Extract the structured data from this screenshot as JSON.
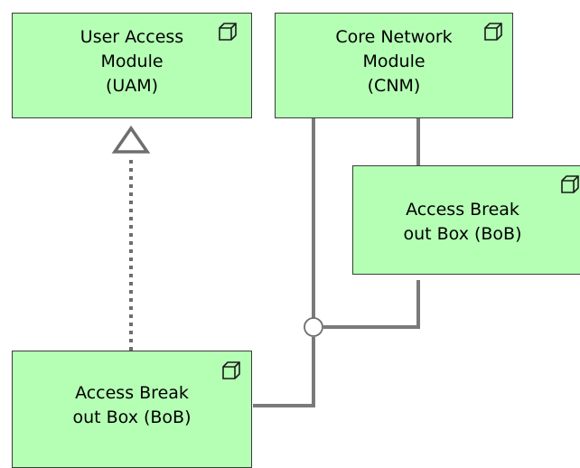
{
  "diagram": {
    "nodes": {
      "uam": {
        "lines": [
          "User Access",
          "Module",
          "(UAM)"
        ],
        "icon": "component-box-icon"
      },
      "cnm": {
        "lines": [
          "Core Network",
          "Module",
          "(CNM)"
        ],
        "icon": "component-box-icon"
      },
      "bob_right": {
        "lines": [
          "Access Break",
          "out Box (BoB)"
        ],
        "icon": "component-box-icon"
      },
      "bob_left": {
        "lines": [
          "Access Break",
          "out Box (BoB)"
        ],
        "icon": "component-box-icon"
      }
    },
    "connections": [
      {
        "from": "bob_left",
        "to": "uam",
        "type": "realization"
      },
      {
        "from": "cnm",
        "to": "bob_right",
        "type": "assignment"
      },
      {
        "from": "cnm",
        "to": "junction",
        "type": "assignment"
      },
      {
        "from": "bob_right",
        "to": "junction",
        "type": "assignment"
      },
      {
        "from": "junction",
        "to": "bob_left",
        "type": "assignment"
      }
    ],
    "colors": {
      "node_fill": "#b5ffb5",
      "node_border": "#3c3c3c",
      "connector": "#7a7a7a",
      "arrow_outline": "#6e6e6e"
    }
  }
}
